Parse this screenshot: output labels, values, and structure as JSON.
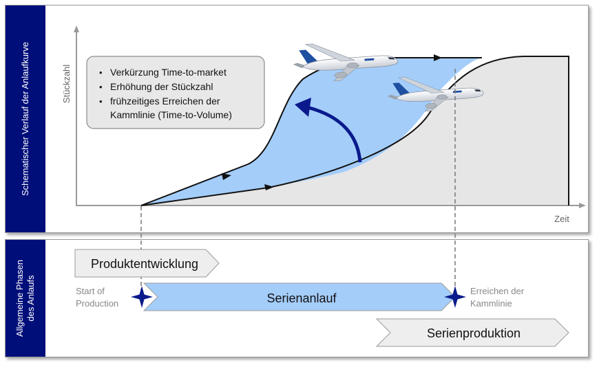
{
  "top_sidebar": {
    "label": "Schematischer Verlauf  der Anlaufkurve"
  },
  "bottom_sidebar": {
    "line1": "Allgemeine Phasen",
    "line2": "des Anlaufs"
  },
  "axes": {
    "y_label": "Stückzahl",
    "x_label": "Zeit"
  },
  "benefits": {
    "items": [
      "Verkürzung Time-to-market",
      "Erhöhung der Stückzahl",
      "frühzeitiges Erreichen der",
      "Kammlinie (Time-to-Volume)"
    ]
  },
  "phases": {
    "produktentwicklung": "Produktentwicklung",
    "serienanlauf": "Serienanlauf",
    "serienproduktion": "Serienproduktion"
  },
  "milestones": {
    "start_line1": "Start of",
    "start_line2": "Production",
    "end_line1": "Erreichen der",
    "end_line2": "Kammlinie"
  },
  "colors": {
    "sidebar": "#000e7a",
    "improved_area": "#a4cdfa",
    "baseline_area": "#e6e6e6",
    "arrow": "#0a1a8c",
    "curve": "#111111"
  },
  "icons": [
    "airplane-icon",
    "star-marker-icon",
    "curved-arrow-icon"
  ]
}
